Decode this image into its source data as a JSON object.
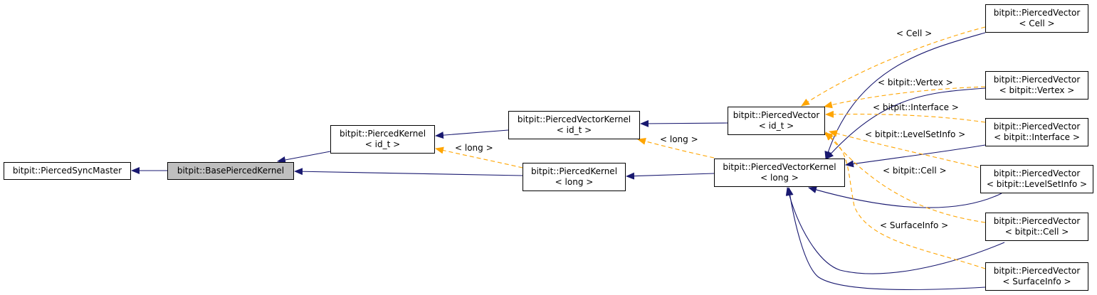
{
  "colors": {
    "inherit_edge": "#191970",
    "template_edge": "#ffa500",
    "highlight_fill": "#bfbfbf",
    "node_border": "#000000"
  },
  "nodes": {
    "sync_master": {
      "line1": "bitpit::PiercedSyncMaster"
    },
    "base_pierced_kernel": {
      "line1": "bitpit::BasePiercedKernel"
    },
    "pierced_kernel_id_t": {
      "line1": "bitpit::PiercedKernel",
      "line2": "< id_t >"
    },
    "pierced_kernel_long": {
      "line1": "bitpit::PiercedKernel",
      "line2": "< long >"
    },
    "pierced_vector_kernel_id_t": {
      "line1": "bitpit::PiercedVectorKernel",
      "line2": "< id_t >"
    },
    "pierced_vector_kernel_long": {
      "line1": "bitpit::PiercedVectorKernel",
      "line2": "< long >"
    },
    "pierced_vector_id_t": {
      "line1": "bitpit::PiercedVector",
      "line2": "< id_t >"
    },
    "pv_cell": {
      "line1": "bitpit::PiercedVector",
      "line2": "< Cell >"
    },
    "pv_vertex": {
      "line1": "bitpit::PiercedVector",
      "line2": "< bitpit::Vertex >"
    },
    "pv_interface": {
      "line1": "bitpit::PiercedVector",
      "line2": "< bitpit::Interface >"
    },
    "pv_levelsetinfo": {
      "line1": "bitpit::PiercedVector",
      "line2": "< bitpit::LevelSetInfo >"
    },
    "pv_bitpit_cell": {
      "line1": "bitpit::PiercedVector",
      "line2": "< bitpit::Cell >"
    },
    "pv_surfaceinfo": {
      "line1": "bitpit::PiercedVector",
      "line2": "< SurfaceInfo >"
    }
  },
  "edge_labels": {
    "long_kernel": "< long >",
    "long_vector_kernel": "< long >",
    "cell": "< Cell >",
    "vertex": "< bitpit::Vertex >",
    "interface": "< bitpit::Interface >",
    "levelsetinfo": "< bitpit::LevelSetInfo >",
    "bitpit_cell": "< bitpit::Cell >",
    "surfaceinfo": "< SurfaceInfo >"
  }
}
